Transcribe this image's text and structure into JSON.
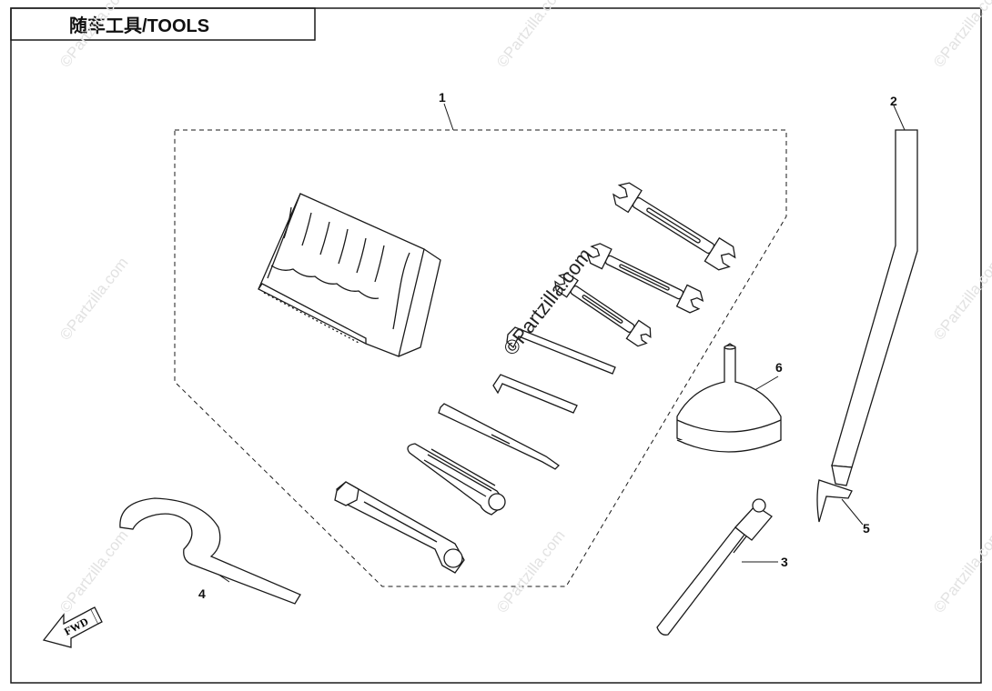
{
  "title": "随车工具/TOOLS",
  "callouts": {
    "c1": "1",
    "c2": "2",
    "c3": "3",
    "c4": "4",
    "c5": "5",
    "c6": "6"
  },
  "watermark": {
    "text": "©Partzilla.com",
    "main_text": "©Partzilla.com"
  },
  "direction_arrow": {
    "text": "FWD"
  },
  "colors": {
    "line": "#1a1a1a",
    "watermark": "#e2e2e2"
  }
}
